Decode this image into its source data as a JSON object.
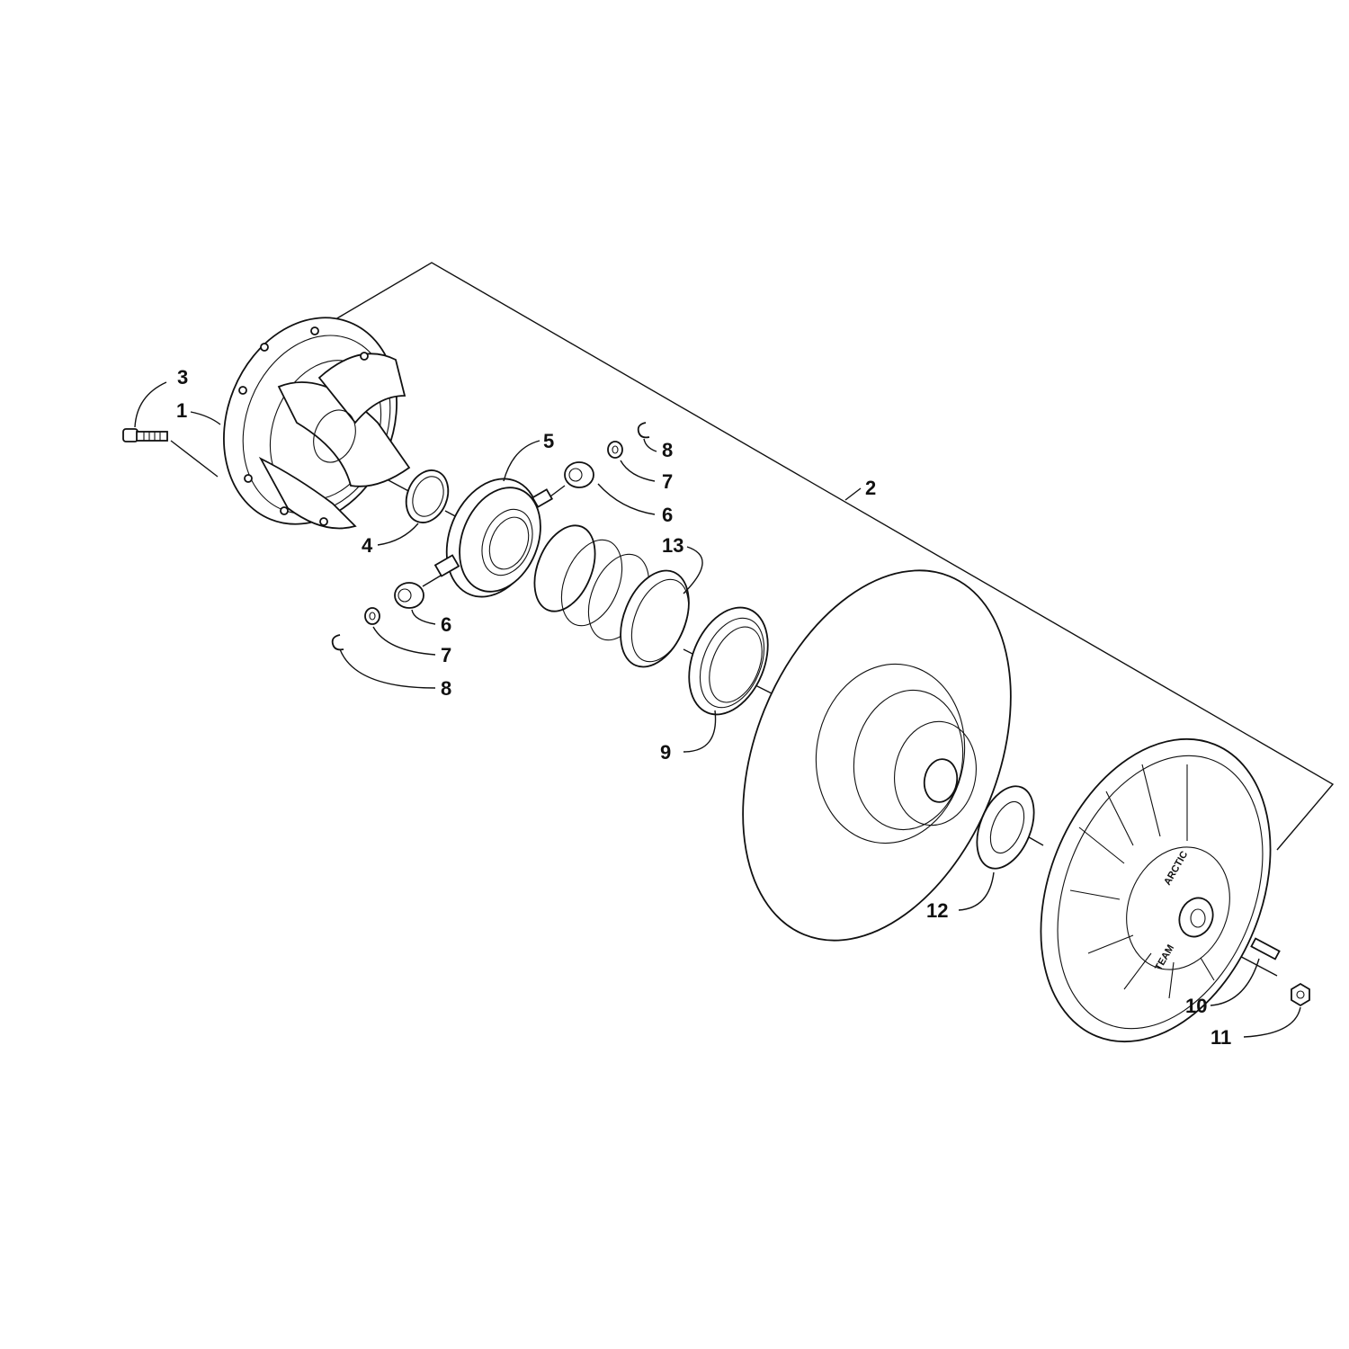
{
  "diagram": {
    "callouts": [
      {
        "id": "1",
        "text": "1"
      },
      {
        "id": "2",
        "text": "2"
      },
      {
        "id": "3",
        "text": "3"
      },
      {
        "id": "4",
        "text": "4"
      },
      {
        "id": "5",
        "text": "5"
      },
      {
        "id": "6a",
        "text": "6"
      },
      {
        "id": "6b",
        "text": "6"
      },
      {
        "id": "7a",
        "text": "7"
      },
      {
        "id": "7b",
        "text": "7"
      },
      {
        "id": "8a",
        "text": "8"
      },
      {
        "id": "8b",
        "text": "8"
      },
      {
        "id": "9",
        "text": "9"
      },
      {
        "id": "10",
        "text": "10"
      },
      {
        "id": "11",
        "text": "11"
      },
      {
        "id": "12",
        "text": "12"
      },
      {
        "id": "13",
        "text": "13"
      }
    ]
  }
}
